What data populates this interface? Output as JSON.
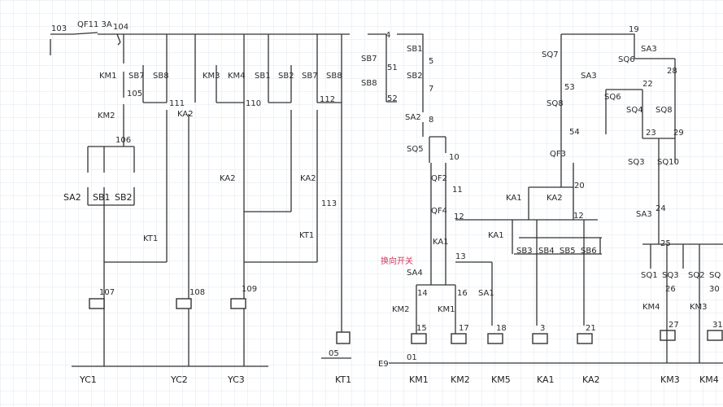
{
  "colors": {
    "paper": "#ffffff",
    "grid": "#dfe7ef",
    "ink": "#333333",
    "note": "#d2385f"
  },
  "left_circuit": {
    "breaker_label": "QF11 3A",
    "node_top": "103",
    "node_104": "104",
    "contacts": [
      "KM1",
      "SB7",
      "SB8",
      "KM3",
      "KM4",
      "SB1",
      "SB2",
      "SB7",
      "SB8"
    ],
    "km2": "KM2",
    "sa_group": [
      "SA2",
      "SB1",
      "SB2"
    ],
    "ka2_a": "KA2",
    "ka2_b": "KA2",
    "ka2_c": "KA2",
    "kt1_a": "KT1",
    "kt1_b": "KT1",
    "nodes": [
      "105",
      "106",
      "107",
      "108",
      "109",
      "110",
      "111",
      "112",
      "113",
      "05"
    ],
    "coils": [
      "YC1",
      "YC2",
      "YC3",
      "KT1"
    ]
  },
  "right_circuit": {
    "top_left": [
      "4",
      "SB7",
      "SB8",
      "SB1",
      "SB2",
      "51",
      "52",
      "5",
      "7",
      "8",
      "SA2"
    ],
    "sq5": "SQ5",
    "qf": [
      "QF2",
      "QF4",
      "QF3"
    ],
    "ka1_a": "KA1",
    "ka1_b": "KA1",
    "ka1_c": "KA1",
    "ka2": "KA2",
    "sa": [
      "SA4",
      "SA1"
    ],
    "note": "换向开关",
    "nodes": [
      "10",
      "11",
      "12",
      "13",
      "14",
      "16",
      "18",
      "15",
      "17",
      "3",
      "21",
      "20",
      "01",
      "12"
    ],
    "e9": "E9",
    "sq_top": [
      "19",
      "SQ7",
      "SQ6",
      "SA3",
      "53",
      "SQ8",
      "54",
      "SA3",
      "SQ6",
      "SQ4",
      "SQ8",
      "20",
      "22",
      "23",
      "29",
      "SQ3",
      "SQ10",
      "24",
      "SA3",
      "25"
    ],
    "sb_row": [
      "SB3",
      "SB4",
      "SB5",
      "SB6"
    ],
    "sq_bottom": [
      "SQ1",
      "SQ3",
      "SQ2",
      "SQ",
      "26",
      "30",
      "KM4",
      "KM3",
      "27",
      "31"
    ],
    "coils": [
      "KM1",
      "KM2",
      "KM5",
      "KA1",
      "KA2",
      "KM3",
      "KM4"
    ]
  }
}
